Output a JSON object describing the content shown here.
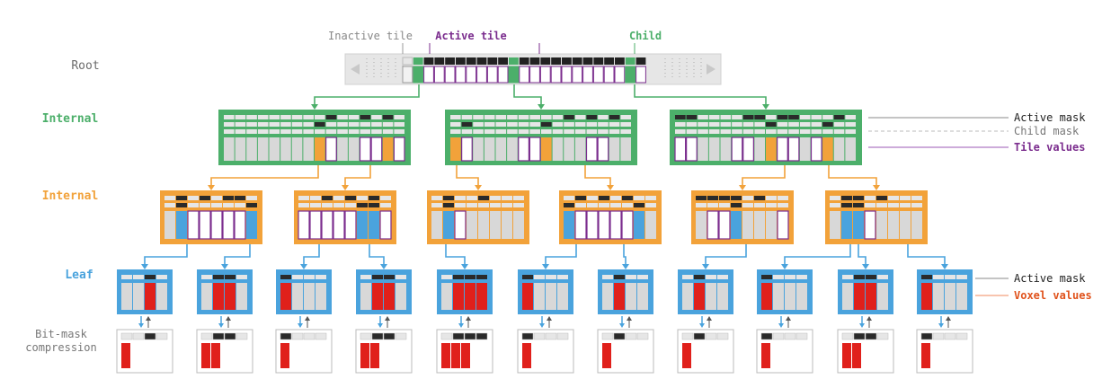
{
  "header": {
    "inactive_tile": "Inactive tile",
    "active_tile": "Active tile",
    "child": "Child"
  },
  "levels": {
    "root": "Root",
    "internal_upper": "Internal",
    "internal_lower": "Internal",
    "leaf": "Leaf",
    "compression_line1": "Bit-mask",
    "compression_line2": "compression"
  },
  "legend": {
    "internal_active_mask": "Active mask",
    "internal_child_mask": "Child mask",
    "internal_tile_values": "Tile values",
    "leaf_active_mask": "Active mask",
    "leaf_voxel_values": "Voxel values"
  },
  "colors": {
    "root": "#6b6b6b",
    "internal_upper": "#4caf6a",
    "internal_lower": "#f2a23a",
    "leaf": "#4aa3dd",
    "active_tile": "#7b2d8e",
    "voxel": "#e0201b",
    "mask_on": "#2a2a2a",
    "mask_off": "#d9d9d9"
  },
  "structure": {
    "internal_upper": [
      {
        "active": [
          9,
          12,
          14
        ],
        "child": [
          8
        ],
        "tiles": [
          0,
          0,
          0,
          0,
          0,
          0,
          0,
          0,
          2,
          1,
          0,
          0,
          1,
          1,
          2,
          1
        ]
      },
      {
        "active": [
          10,
          12,
          14
        ],
        "child": [
          1,
          8
        ],
        "tiles": [
          2,
          1,
          0,
          0,
          0,
          0,
          1,
          1,
          2,
          0,
          0,
          0,
          1,
          1,
          0,
          0
        ]
      },
      {
        "active": [
          0,
          1,
          6,
          7,
          9,
          10,
          14
        ],
        "child": [
          8,
          13
        ],
        "tiles": [
          1,
          1,
          0,
          0,
          0,
          1,
          1,
          0,
          2,
          1,
          1,
          0,
          1,
          2,
          0,
          0
        ]
      }
    ],
    "internal_lower": [
      {
        "active": [
          1,
          3,
          5,
          6
        ],
        "child": [
          1,
          7
        ],
        "tiles": [
          0,
          2,
          1,
          1,
          1,
          1,
          1,
          2
        ]
      },
      {
        "active": [
          2,
          4,
          6
        ],
        "child": [
          5,
          6
        ],
        "tiles": [
          1,
          1,
          1,
          1,
          1,
          2,
          2,
          1
        ]
      },
      {
        "active": [
          1,
          4
        ],
        "child": [
          1
        ],
        "tiles": [
          0,
          2,
          1,
          0,
          0,
          0,
          0,
          0
        ]
      },
      {
        "active": [
          1,
          3,
          5
        ],
        "child": [
          0,
          6
        ],
        "tiles": [
          2,
          1,
          1,
          1,
          1,
          1,
          2,
          0
        ]
      },
      {
        "active": [
          0,
          1,
          2,
          3,
          5
        ],
        "child": [
          3
        ],
        "tiles": [
          0,
          1,
          1,
          2,
          0,
          0,
          0,
          1
        ]
      },
      {
        "active": [
          1,
          2,
          4
        ],
        "child": [
          1,
          2
        ],
        "tiles": [
          0,
          2,
          2,
          1,
          0,
          0,
          0,
          0
        ]
      }
    ],
    "leaves": [
      {
        "mask": [
          0,
          0,
          1,
          0
        ],
        "voxels": [
          2
        ]
      },
      {
        "mask": [
          0,
          1,
          1,
          0
        ],
        "voxels": [
          1,
          2
        ]
      },
      {
        "mask": [
          1,
          0,
          0,
          0
        ],
        "voxels": [
          0
        ]
      },
      {
        "mask": [
          0,
          1,
          1,
          0
        ],
        "voxels": [
          1,
          2
        ]
      },
      {
        "mask": [
          0,
          1,
          1,
          1
        ],
        "voxels": [
          1,
          2,
          3
        ]
      },
      {
        "mask": [
          1,
          0,
          0,
          0
        ],
        "voxels": [
          0
        ]
      },
      {
        "mask": [
          0,
          1,
          0,
          0
        ],
        "voxels": [
          1
        ]
      },
      {
        "mask": [
          0,
          1,
          0,
          0
        ],
        "voxels": [
          1
        ]
      },
      {
        "mask": [
          1,
          0,
          0,
          0
        ],
        "voxels": [
          0
        ]
      },
      {
        "mask": [
          0,
          1,
          1,
          0
        ],
        "voxels": [
          1,
          2
        ]
      },
      {
        "mask": [
          1,
          0,
          0,
          0
        ],
        "voxels": [
          0
        ]
      }
    ]
  }
}
